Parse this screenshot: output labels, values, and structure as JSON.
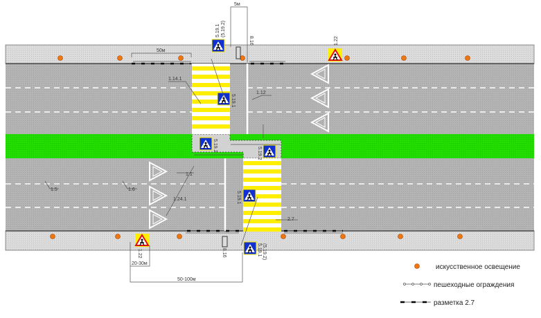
{
  "colors": {
    "sidewalk": "#dcdcdc",
    "road": "#b4b4b4",
    "median": "#22dd00",
    "zebra": "#ffee00",
    "sign_blue": "#1030d0",
    "sign_yellow": "#ffee00",
    "light": "#ee7711"
  },
  "dimensions": {
    "top_gap": "5м",
    "fence_length": "50м",
    "warn_distance": "20-30м",
    "warn_range": "50-100м"
  },
  "markings": {
    "m1_14_1": "1.14.1",
    "m1_12": "1.12",
    "m1_1": "1.1",
    "m1_5": "1.5",
    "m1_6": "1.6",
    "m1_24_1": "1.24.1",
    "m2_7": "2.7"
  },
  "signs": {
    "s5_19_1_52": "5.19.1",
    "s5_19_2_paren": "(5.19.2)",
    "s5_19_1": "5.19.1",
    "s5_19_2": "5.19.2",
    "s1_22": "1.22",
    "s8_16": "8.16"
  },
  "legend": [
    {
      "icon": "light-icon",
      "label": "искусственное освещение"
    },
    {
      "icon": "fence-icon",
      "label": "пешеходные ограждения"
    },
    {
      "icon": "marking-2-7-icon",
      "label": "разметка 2.7"
    }
  ],
  "lights_top": [
    87,
    173,
    261,
    350,
    501,
    583,
    675
  ],
  "lights_bottom": [
    76,
    170,
    259,
    409,
    495,
    578,
    664
  ]
}
